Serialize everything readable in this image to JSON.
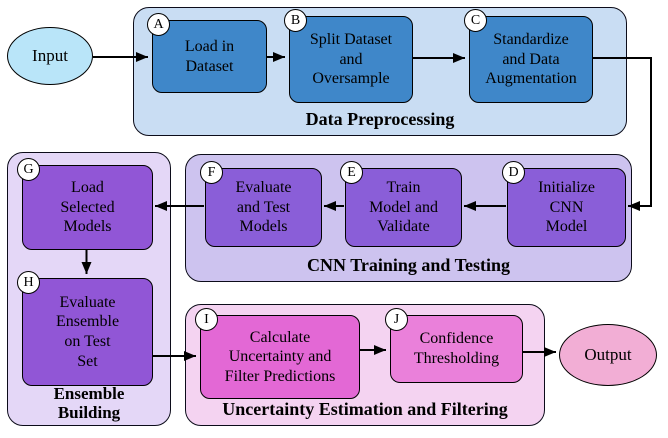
{
  "diagram": {
    "input": {
      "label": "Input"
    },
    "output": {
      "label": "Output"
    },
    "groups": {
      "preprocessing": {
        "label": "Data Preprocessing"
      },
      "cnn": {
        "label": "CNN Training and Testing"
      },
      "ensemble": {
        "label": "Ensemble\nBuilding"
      },
      "uncertainty": {
        "label": "Uncertainty Estimation and Filtering"
      }
    },
    "steps": {
      "a": {
        "letter": "A",
        "label": "Load in\nDataset"
      },
      "b": {
        "letter": "B",
        "label": "Split Dataset\nand\nOversample"
      },
      "c": {
        "letter": "C",
        "label": "Standardize\nand Data\nAugmentation"
      },
      "d": {
        "letter": "D",
        "label": "Initialize\nCNN\nModel"
      },
      "e": {
        "letter": "E",
        "label": "Train\nModel and\nValidate"
      },
      "f": {
        "letter": "F",
        "label": "Evaluate\nand Test\nModels"
      },
      "g": {
        "letter": "G",
        "label": "Load\nSelected\nModels"
      },
      "h": {
        "letter": "H",
        "label": "Evaluate\nEnsemble\non Test\nSet"
      },
      "i": {
        "letter": "I",
        "label": "Calculate\nUncertainty and\nFilter Predictions"
      },
      "j": {
        "letter": "J",
        "label": "Confidence\nThresholding"
      }
    }
  },
  "colors": {
    "input_fill": "#b9e5f9",
    "output_fill": "#f2aed5",
    "preprocessing_group": "#c9ddf3",
    "preprocessing_box": "#3f87c9",
    "cnn_group": "#cdc3ef",
    "cnn_box": "#8a5ed8",
    "ensemble_group": "#e4d7f7",
    "ensemble_box": "#9156d6",
    "uncertainty_group": "#f4d3f1",
    "uncertainty_box_i": "#e368d5",
    "uncertainty_box_j": "#ea80da",
    "stroke": "#000000"
  }
}
